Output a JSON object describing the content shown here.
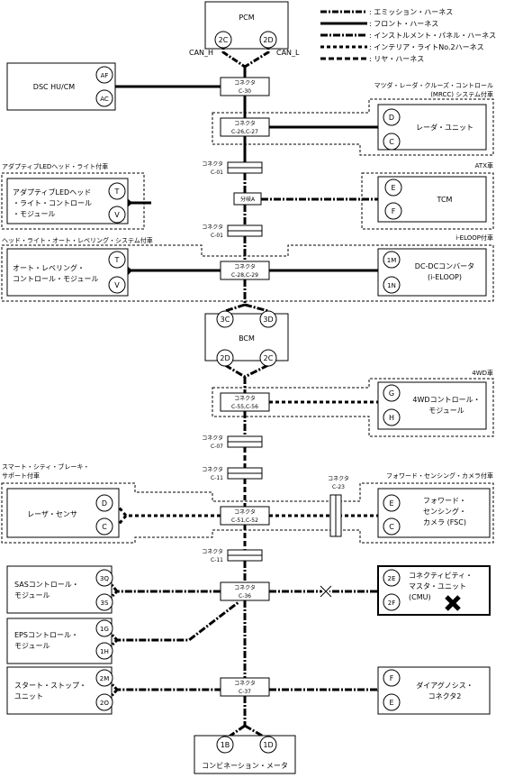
{
  "legend": [
    {
      "label": ": エミッション・ハーネス"
    },
    {
      "label": ": フロント・ハーネス"
    },
    {
      "label": ": インストルメント・パネル・ハーネス"
    },
    {
      "label": ": インテリア・ライトNo.2ハーネス"
    },
    {
      "label": ": リヤ・ハーネス"
    }
  ],
  "modules": {
    "pcm": "PCM",
    "dsc": "DSC HU/CM",
    "radar_unit": "レーダ・ユニット",
    "led_module": [
      "アダプティブLEDヘッド",
      "・ライト・コントロール",
      "・モジュール"
    ],
    "tcm": "TCM",
    "leveling": [
      "オート・レベリング・",
      "コントロール・モジュール"
    ],
    "dcdc": [
      "DC-DCコンバータ",
      "(i-ELOOP)"
    ],
    "bcm": "BCM",
    "awd": [
      "4WDコントロール・",
      "モジュール"
    ],
    "laser": "レーザ・センサ",
    "fsc": [
      "フォワード・",
      "センシング・",
      "カメラ (FSC)"
    ],
    "sas": [
      "SASコントロール・",
      "モジュール"
    ],
    "cmu": [
      "コネクティビティ・",
      "マスタ・ユニット",
      "(CMU)"
    ],
    "eps": [
      "EPSコントロール・",
      "モジュール"
    ],
    "stop": [
      "スタート・ストップ・",
      "ユニット"
    ],
    "diag": [
      "ダイアグノシス・",
      "コネクタ2"
    ],
    "meter": "コンビネーション・メータ"
  },
  "group_labels": {
    "mrcc": [
      "マツダ・レーダ・クルーズ・コントロール",
      "(MRCC) システム付車"
    ],
    "adaptive": "アダプティブLEDヘッド・ライト付車",
    "atx": "ATX車",
    "leveling": "ヘッド・ライト・オート・レベリング・システム付車",
    "ieloop": "i-ELOOP付車",
    "awd": "4WD車",
    "scbs": [
      "スマート・シティ・ブレーキ・",
      "サポート付車"
    ],
    "fsc": "フォワード・センシング・カメラ付車"
  },
  "can_labels": {
    "can_h": "CAN_H",
    "can_l": "CAN_L"
  },
  "connector_word": "コネクタ",
  "connectors": {
    "c30": "C-30",
    "c26": "C-26,C-27",
    "c01a": "C-01",
    "branch": "分岐A",
    "c01b": "C-01",
    "c28": "C-28,C-29",
    "c55": "C-55,C-56",
    "c07": "C-07",
    "c11a": "C-11",
    "c23": "C-23",
    "c51": "C-51,C-52",
    "c11b": "C-11",
    "c36": "C-36",
    "c37": "C-37"
  },
  "pins": {
    "pcm_2c": "2C",
    "pcm_2d": "2D",
    "dsc_af": "AF",
    "dsc_ac": "AC",
    "radar_d": "D",
    "radar_c": "C",
    "led_t": "T",
    "led_v": "V",
    "tcm_e": "E",
    "tcm_f": "F",
    "lev_t": "T",
    "lev_v": "V",
    "dcdc_1m": "1M",
    "dcdc_1n": "1N",
    "bcm_3c": "3C",
    "bcm_3d": "3D",
    "bcm_2d": "2D",
    "bcm_2c": "2C",
    "awd_g": "G",
    "awd_h": "H",
    "laser_d": "D",
    "laser_c": "C",
    "fsc_e": "E",
    "fsc_c": "C",
    "sas_3q": "3Q",
    "sas_3s": "3S",
    "cmu_2e": "2E",
    "cmu_2f": "2F",
    "eps_1g": "1G",
    "eps_1h": "1H",
    "stop_2m": "2M",
    "stop_2o": "2O",
    "diag_f": "F",
    "diag_e": "E",
    "meter_1b": "1B",
    "meter_1d": "1D"
  }
}
